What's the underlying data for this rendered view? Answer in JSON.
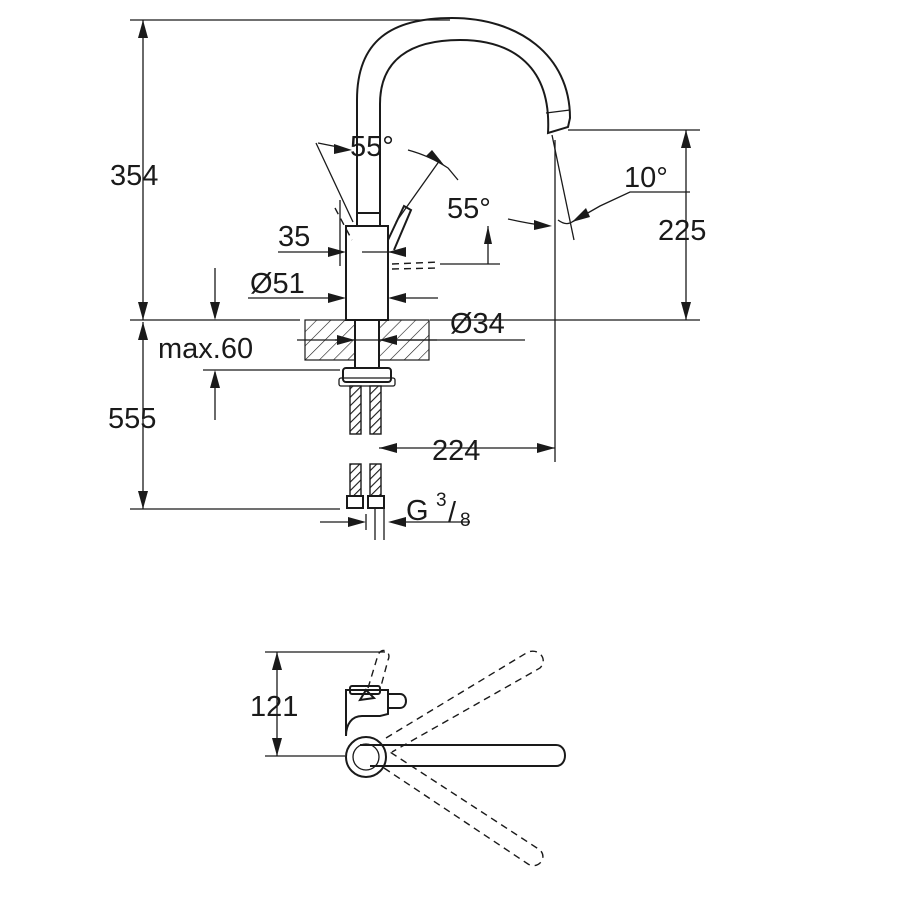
{
  "dimensions": {
    "height_total": "354",
    "angle_top": "55°",
    "angle_side": "55°",
    "tilt_angle": "10°",
    "spout_height": "225",
    "handle_dia_35": "35",
    "body_dia": "Ø51",
    "shank_dia": "Ø34",
    "max_thickness": "max.60",
    "hose_length": "555",
    "reach": "224",
    "thread_letter": "G",
    "thread_num": "3",
    "thread_den": "8",
    "top_depth": "121"
  },
  "colors": {
    "line": "#1a1a1a",
    "background": "#ffffff"
  }
}
